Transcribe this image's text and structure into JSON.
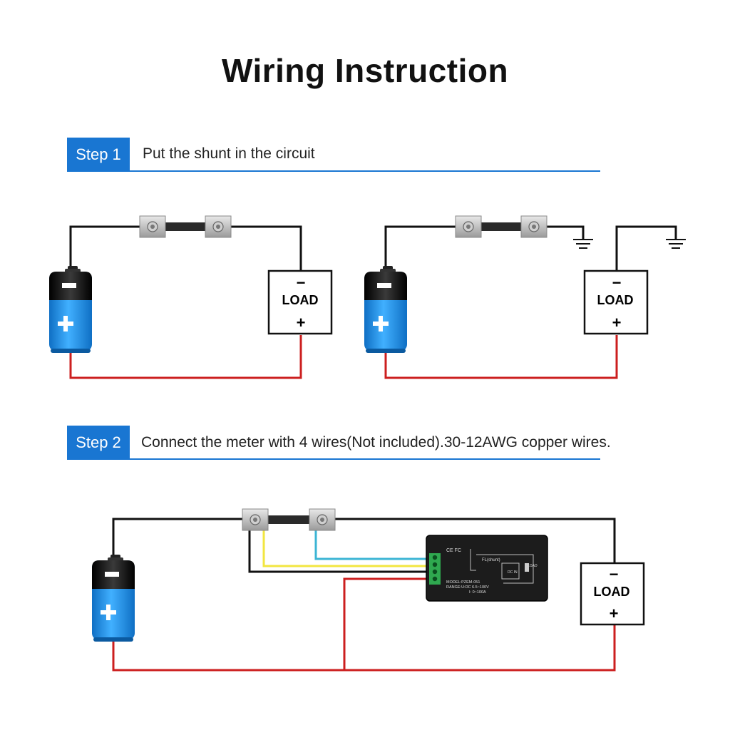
{
  "title": "Wiring Instruction",
  "step1": {
    "badge": "Step 1",
    "text": "Put the shunt in the circuit"
  },
  "step2": {
    "badge": "Step 2",
    "text": "Connect the meter with 4 wires(Not included).30-12AWG copper wires."
  },
  "load": {
    "label": "LOAD",
    "minus": "−",
    "plus": "+"
  },
  "meter": {
    "cert": "CE FC",
    "shunt_label": "FL(shunt)",
    "dc_in": "DC IN",
    "load_small": "LOAD",
    "model": "MODEL:PZEM-051",
    "range_v": "RANGE:U:DC 6.5~100V",
    "range_a": "I: 0~100A"
  },
  "colors": {
    "accent": "#1976d2",
    "wire_negative": "#111111",
    "wire_positive": "#cc1f1f",
    "wire_yellow": "#f2e640",
    "wire_cyan": "#3bb4d4",
    "battery_top": "#111111",
    "battery_bottom": "#1e8fe0"
  }
}
